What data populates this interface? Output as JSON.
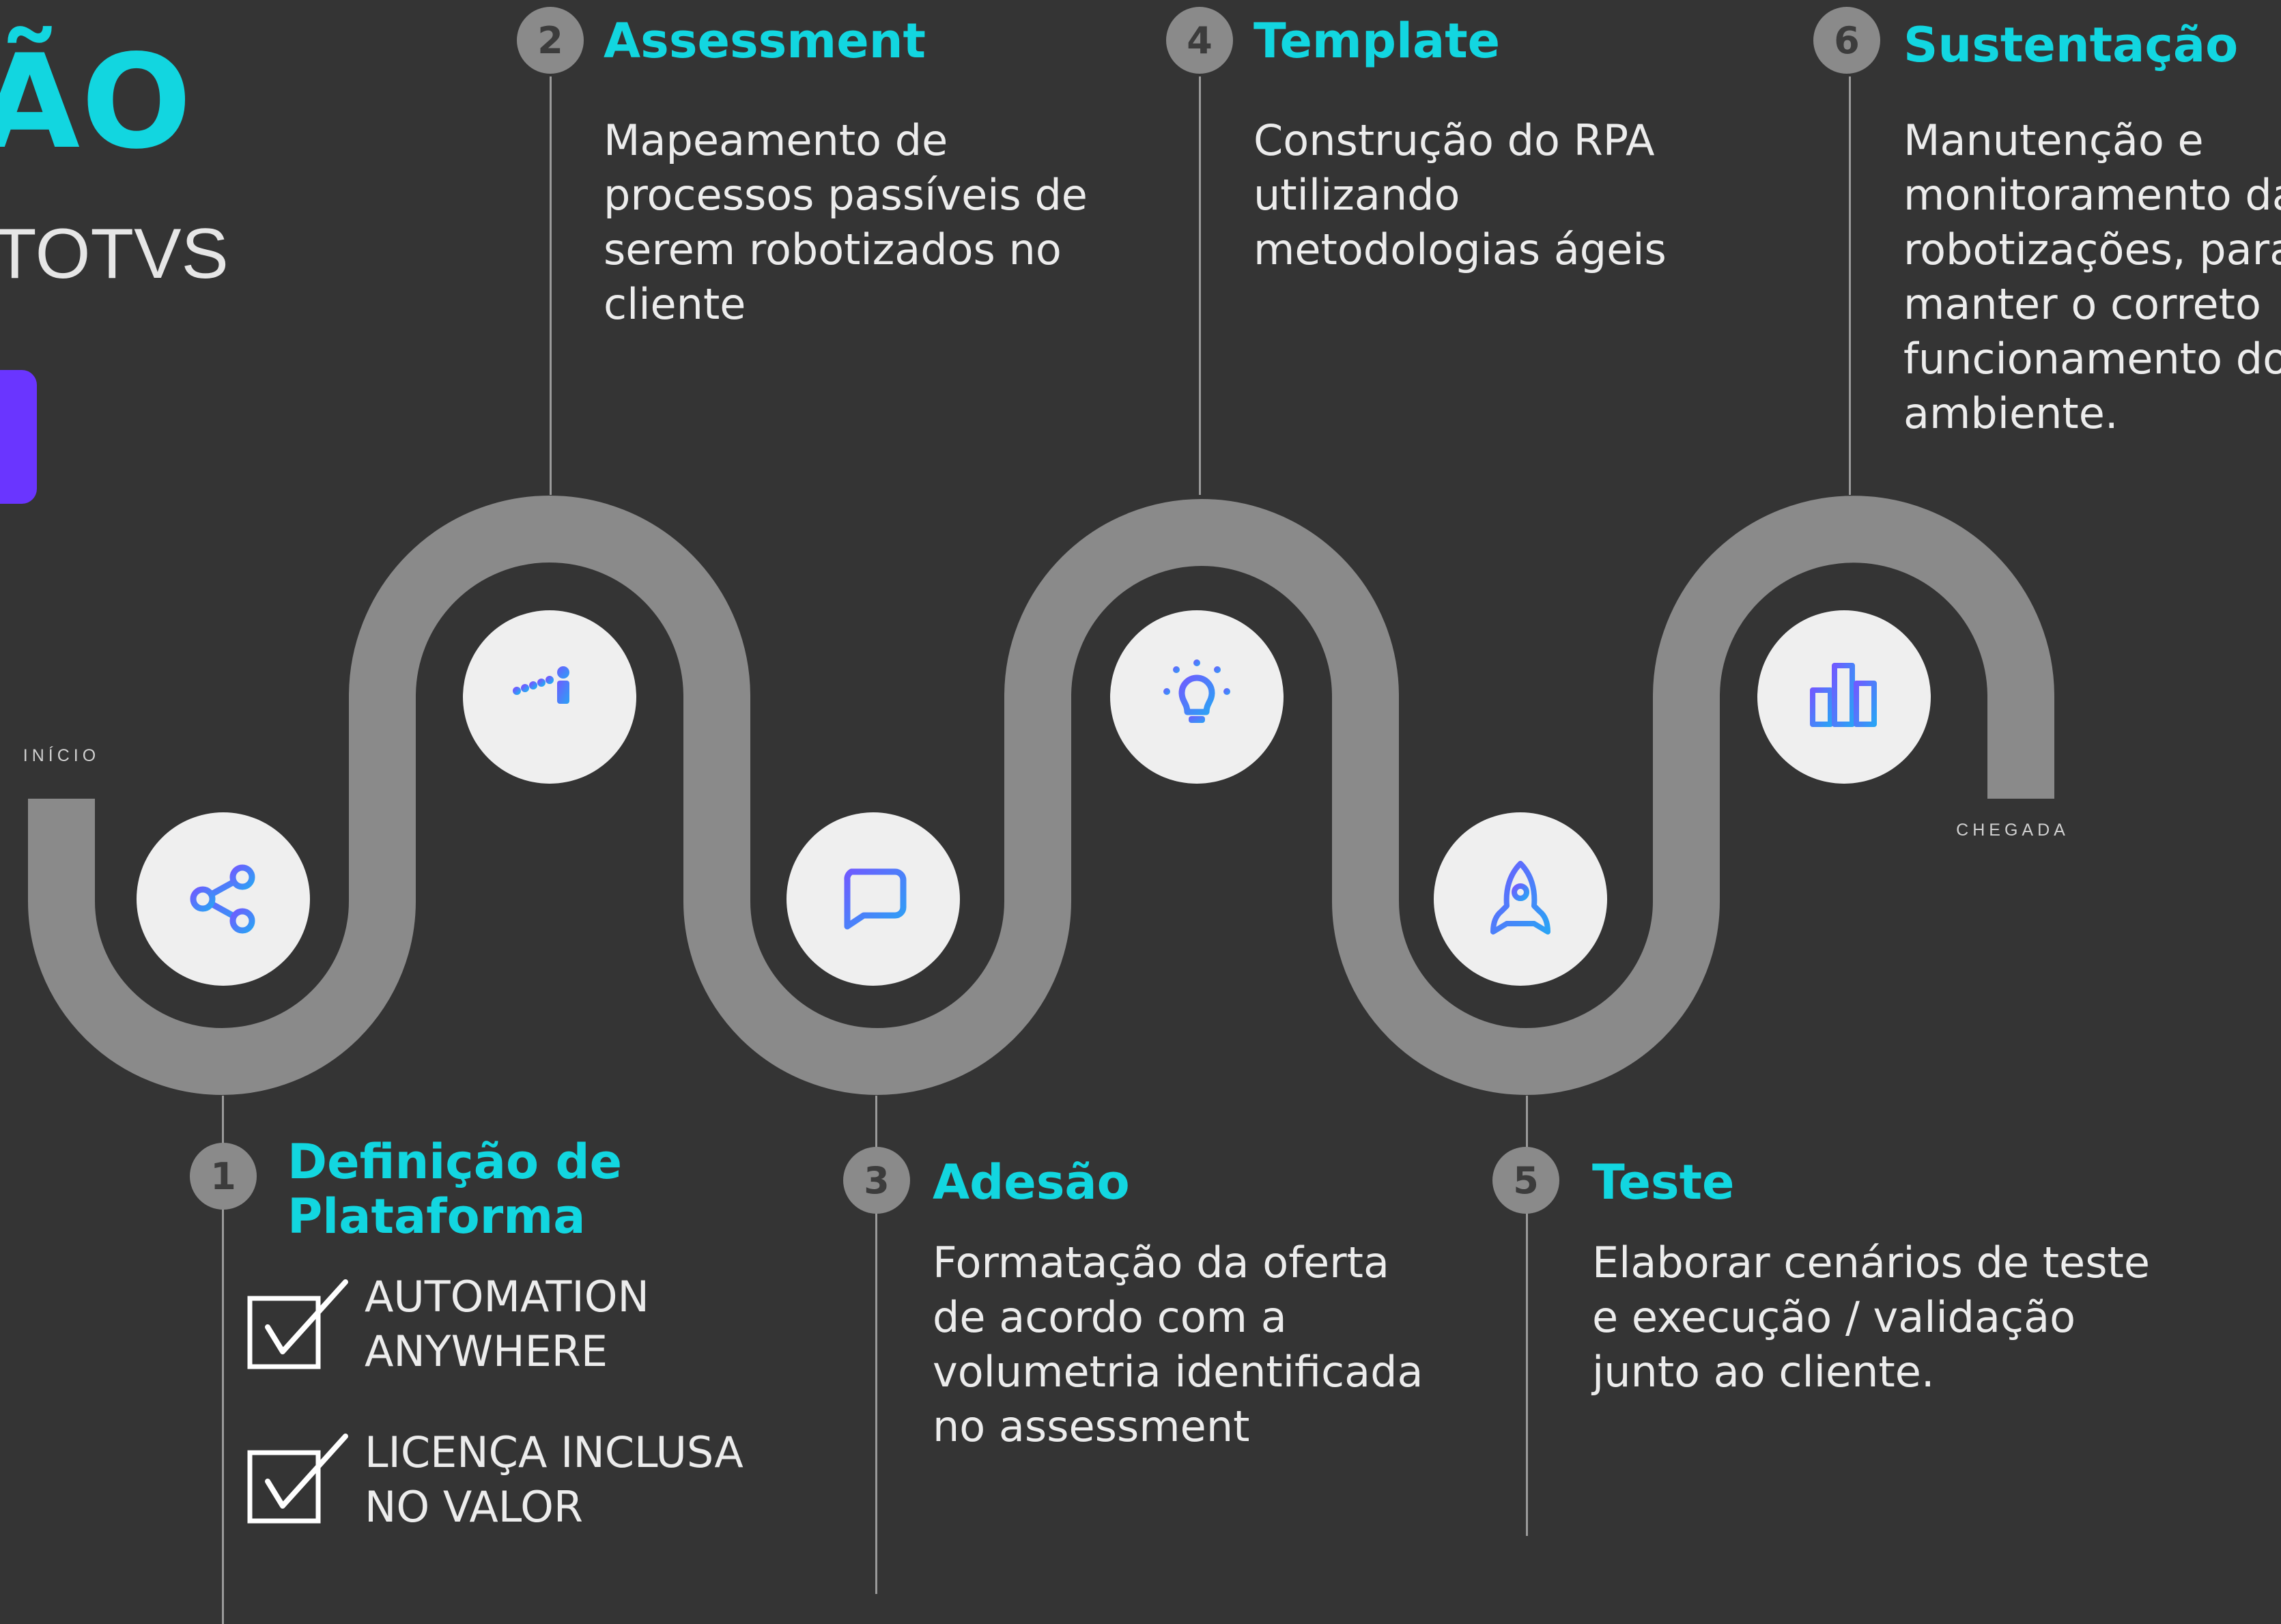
{
  "header": {
    "title_fragment": "ÃO",
    "subtitle_fragment": "TOTVS"
  },
  "road": {
    "start_label": "INÍCIO",
    "end_label": "CHEGADA",
    "color": "#8a8a8a"
  },
  "colors": {
    "background": "#343434",
    "accent": "#12d6e0",
    "purple": "#6a35ff",
    "icon_gradient_start": "#6f5bff",
    "icon_gradient_end": "#2aa3f5"
  },
  "steps": [
    {
      "number": "1",
      "title": "Definição de Plataforma",
      "title_struck": true,
      "icon": "share-icon",
      "checklist": [
        "AUTOMATION\nANYWHERE",
        "LICENÇA INCLUSA\nNO VALOR"
      ]
    },
    {
      "number": "2",
      "title": "Assessment",
      "icon": "analytics-bars-icon",
      "description": "Mapeamento de\nprocessos passíveis de\nserem robotizados no\ncliente"
    },
    {
      "number": "3",
      "title": "Adesão",
      "icon": "chat-bubble-icon",
      "description": "Formatação da oferta\nde acordo com a\nvolumetria identificada\nno assessment"
    },
    {
      "number": "4",
      "title": "Template",
      "icon": "lightbulb-icon",
      "description": "Construção do RPA\nutilizando\nmetodologias ágeis"
    },
    {
      "number": "5",
      "title": "Teste",
      "icon": "rocket-icon",
      "description": "Elaborar cenários de teste\ne execução / validação\njunto ao cliente."
    },
    {
      "number": "6",
      "title": "Sustentação",
      "icon": "bar-chart-icon",
      "description": "Manutenção e\nmonitoramento das\nrobotizações, para\nmanter o correto\nfuncionamento do\nambiente."
    }
  ]
}
